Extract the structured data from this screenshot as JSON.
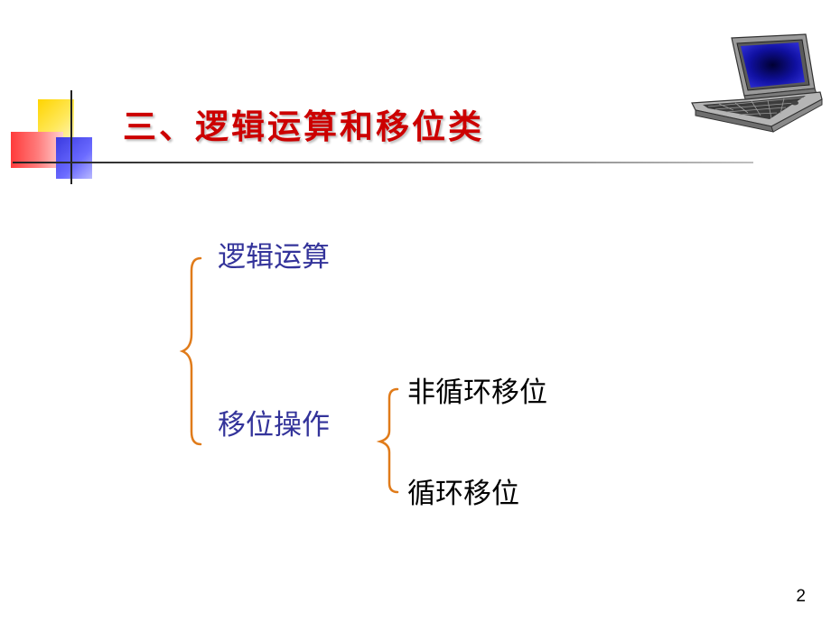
{
  "slide": {
    "title": "三、逻辑运算和移位类",
    "page_number": "2"
  },
  "tree": {
    "root_items": [
      "逻辑运算",
      "移位操作"
    ],
    "shift_items": [
      "非循环移位",
      "循环移位"
    ]
  },
  "colors": {
    "title": "#cc0000",
    "root_item_text": "#33339a",
    "sub_item_text": "#000000",
    "brace": "#e07b1a",
    "deco_yellow": "#ffd400",
    "deco_red": "#ff3b3b",
    "deco_blue": "#3a3ae0"
  },
  "icons": {
    "laptop": "laptop-icon"
  }
}
